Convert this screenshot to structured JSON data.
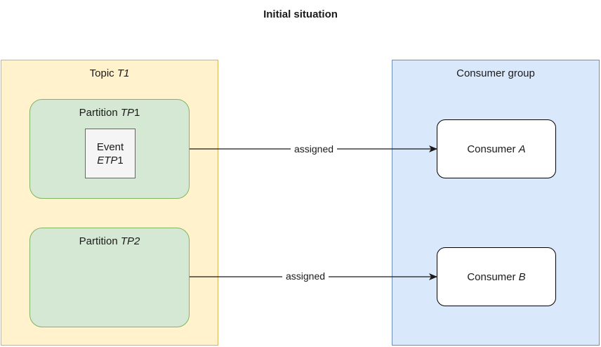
{
  "diagram": {
    "title": "Initial situation",
    "topic": {
      "label_prefix": "Topic ",
      "label_italic": "T1"
    },
    "consumer_group": {
      "label": "Consumer group"
    },
    "partitions": [
      {
        "label_prefix": "Partition ",
        "label_italic": "TP",
        "label_suffix": "1",
        "event": {
          "line1": "Event",
          "line2_italic": "ETP",
          "line2_suffix": "1"
        }
      },
      {
        "label_prefix": "Partition ",
        "label_italic": "TP2",
        "label_suffix": ""
      }
    ],
    "consumers": [
      {
        "label_prefix": "Consumer ",
        "label_italic": "A"
      },
      {
        "label_prefix": "Consumer ",
        "label_italic": "B"
      }
    ],
    "edges": [
      {
        "from": "Partition TP1",
        "to": "Consumer A",
        "label": "assigned"
      },
      {
        "from": "Partition TP2",
        "to": "Consumer B",
        "label": "assigned"
      }
    ]
  }
}
